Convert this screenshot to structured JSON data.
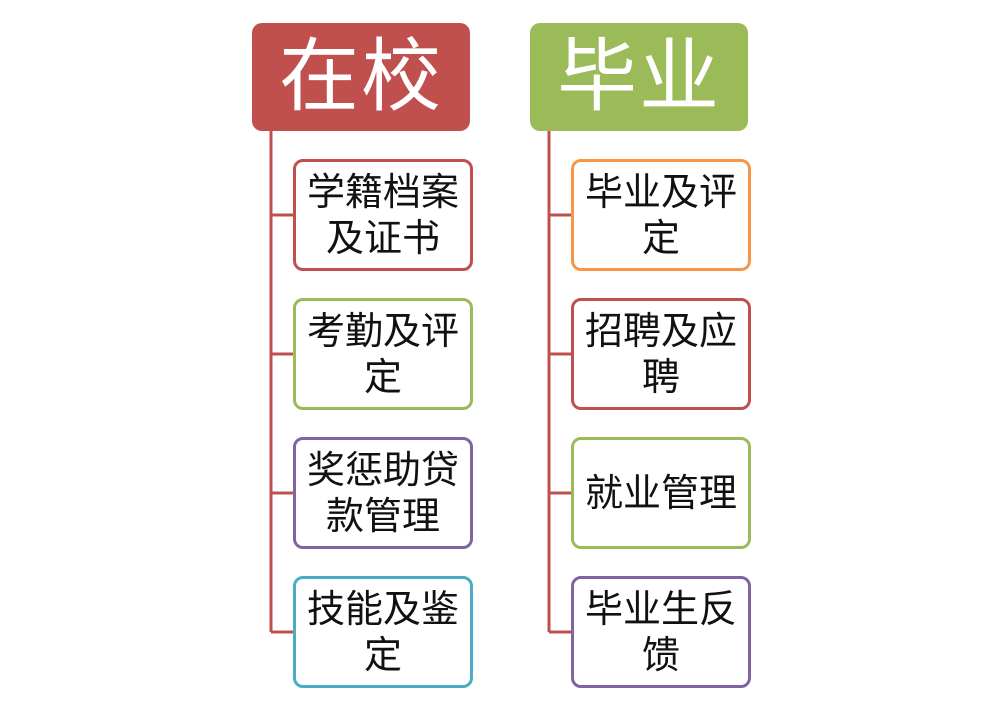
{
  "columns": [
    {
      "title": "在校",
      "color": "#c0504d",
      "items": [
        {
          "label": "学籍档案及证书",
          "border": "#c0504d"
        },
        {
          "label": "考勤及评定",
          "border": "#9bbb59"
        },
        {
          "label": "奖惩助贷款管理",
          "border": "#8064a2"
        },
        {
          "label": "技能及鉴定",
          "border": "#4bacc6"
        }
      ]
    },
    {
      "title": "毕业",
      "color": "#9bbb59",
      "items": [
        {
          "label": "毕业及评定",
          "border": "#f79646"
        },
        {
          "label": "招聘及应聘",
          "border": "#c0504d"
        },
        {
          "label": "就业管理",
          "border": "#9bbb59"
        },
        {
          "label": "毕业生反馈",
          "border": "#8064a2"
        }
      ]
    }
  ],
  "connector_color": "#c0504d"
}
